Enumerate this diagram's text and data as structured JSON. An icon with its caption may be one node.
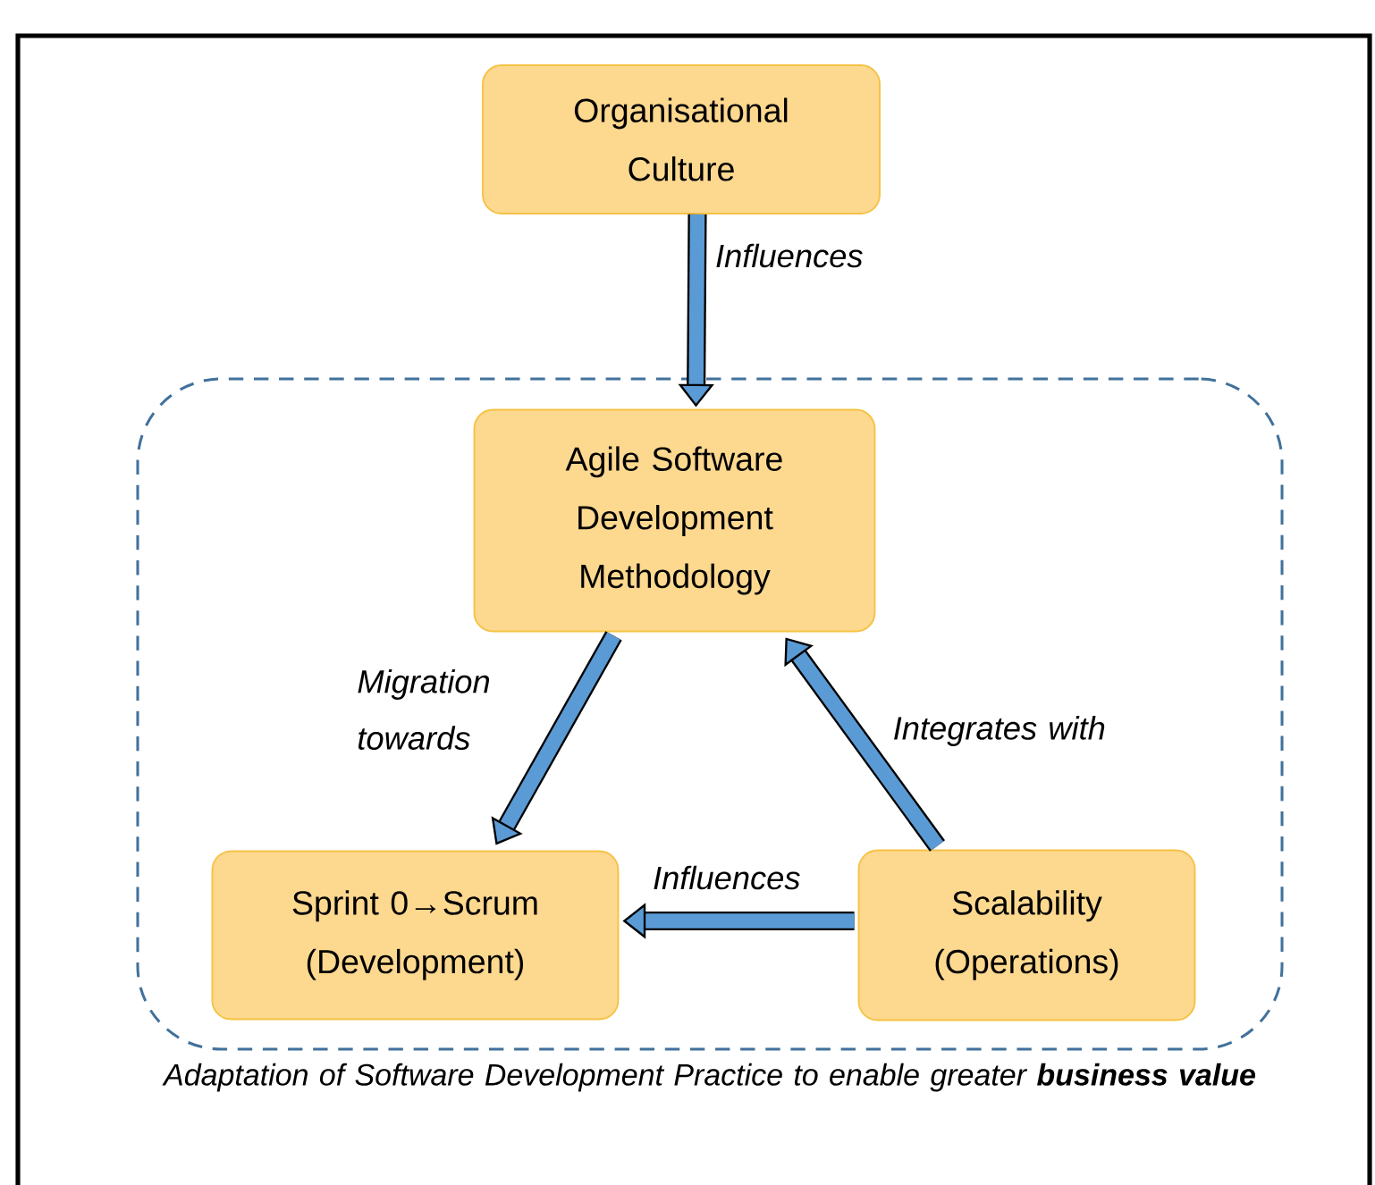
{
  "diagram": {
    "nodes": [
      {
        "text": [
          "Organisational Culture"
        ]
      },
      {
        "text": [
          "Adaptation of Software Development Practice to enable greater **business value**"
        ]
      },
      {
        "text": [
          "Agile Software Development Methodology"
        ],
        "in": 1
      },
      {
        "text": [
          "Sprint 0→Scrum (Development)"
        ],
        "in": 1
      },
      {
        "text": [
          "Scalability (Operations)"
        ],
        "in": 1
      }
    ],
    "edges": [
      {
        "from": 0,
        "to": 2,
        "arrow": "to",
        "label": "Influences"
      },
      {
        "from": 2,
        "to": 3,
        "arrow": "to",
        "label": "Migration towards"
      },
      {
        "from": 4,
        "to": 2,
        "arrow": "to",
        "label": "Integrates with"
      },
      {
        "from": 4,
        "to": 3,
        "arrow": "to",
        "label": "Influences"
      }
    ]
  }
}
